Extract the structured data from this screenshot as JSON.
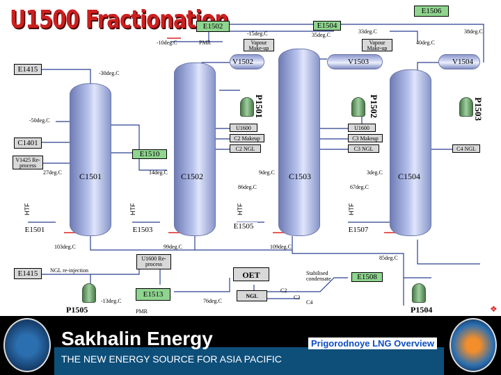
{
  "title": "U1500 Fractionation",
  "columns": [
    {
      "id": "C1501",
      "label": "C1501"
    },
    {
      "id": "C1502",
      "label": "C1502"
    },
    {
      "id": "C1503",
      "label": "C1503"
    },
    {
      "id": "C1504",
      "label": "C1504"
    }
  ],
  "drums": [
    "V1502",
    "V1503",
    "V1504"
  ],
  "pumps": [
    "P1501",
    "P1502",
    "P1503",
    "P1505",
    "P1504"
  ],
  "exchangers": {
    "e1502": "E1502",
    "e1504": "E1504",
    "e1506": "E1506",
    "e1415_top": "E1415",
    "e1415_bot": "E1415",
    "c1401": "C1401",
    "e1510": "E1510",
    "e1501": "E1501",
    "e1503": "E1503",
    "e1505": "E1505",
    "e1507": "E1507",
    "e1513": "E1513",
    "e1508": "E1508"
  },
  "boxes": {
    "u1600_a": "U1600",
    "c2_makeup": "C2 Makeup",
    "c2_ngl": "C2 NGL",
    "u1600_b": "U1600",
    "c3_makeup": "C3 Makeup",
    "c3_ngl": "C3 NGL",
    "c4_ngl": "C4 NGL",
    "v1425": "V1425 Re-process",
    "vapour_a": "Vapour Make-up",
    "vapour_b": "Vapour Make-up",
    "u1600_reprocess": "U1600 Re-process",
    "oet": "OET",
    "ngl": "NGL"
  },
  "temps": {
    "t_m15": "-15deg.C",
    "t_m10": "-10deg.C",
    "t_35": "35deg.C",
    "t_33": "33deg.C",
    "t_38": "38deg.C",
    "t_40": "40deg.C",
    "t_m30": "-30deg.C",
    "t_m50": "-50deg.C",
    "t_27": "27deg.C",
    "t_14": "14deg.C",
    "t_9": "9deg.C",
    "t_3": "3deg.C",
    "t_86": "86deg.C",
    "t_67": "67deg.C",
    "t_103": "103deg.C",
    "t_99": "99deg.C",
    "t_109": "109deg.C",
    "t_85": "85deg.C",
    "t_m13": "-13deg.C",
    "t_76": "76deg.C"
  },
  "misc": {
    "pmr_top": "PMR",
    "pmr_bot": "PMR",
    "htf1": "HTF",
    "htf2": "HTF",
    "htf3": "HTF",
    "htf4": "HTF",
    "ngl_reinjection": "NGL re-injection",
    "stabilised": "Stabilised condensate",
    "c2": "C2",
    "c3": "C3",
    "c4": "C4"
  },
  "footer": {
    "company": "Sakhalin Energy",
    "tagline": "THE NEW ENERGY SOURCE FOR ASIA PACIFIC",
    "subtitle": "Prigorodnoye LNG Overview"
  },
  "colors": {
    "title": "#cc1f1f",
    "line": "#4055a0",
    "pipe_red": "#d22",
    "banner_blue": "#0e4f7a",
    "subtitle": "#0b4cc2"
  }
}
